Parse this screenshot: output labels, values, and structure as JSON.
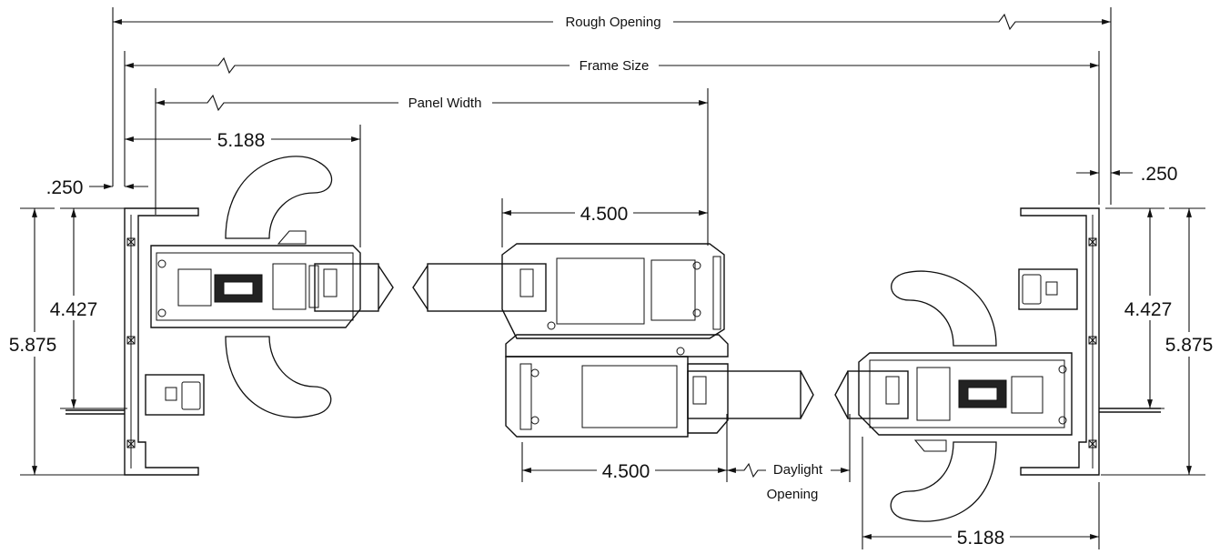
{
  "labels": {
    "rough_opening": "Rough Opening",
    "frame_size": "Frame Size",
    "panel_width": "Panel Width",
    "daylight_line1": "Daylight",
    "daylight_line2": "Opening"
  },
  "dimensions": {
    "left_offset": "5.188",
    "right_offset": "5.188",
    "left_gap": ".250",
    "right_gap": ".250",
    "left_inner_height": "4.427",
    "right_inner_height": "4.427",
    "left_outer_height": "5.875",
    "right_outer_height": "5.875",
    "top_meeting": "4.500",
    "bottom_meeting": "4.500"
  },
  "colors": {
    "line": "#111111",
    "background": "#ffffff"
  }
}
